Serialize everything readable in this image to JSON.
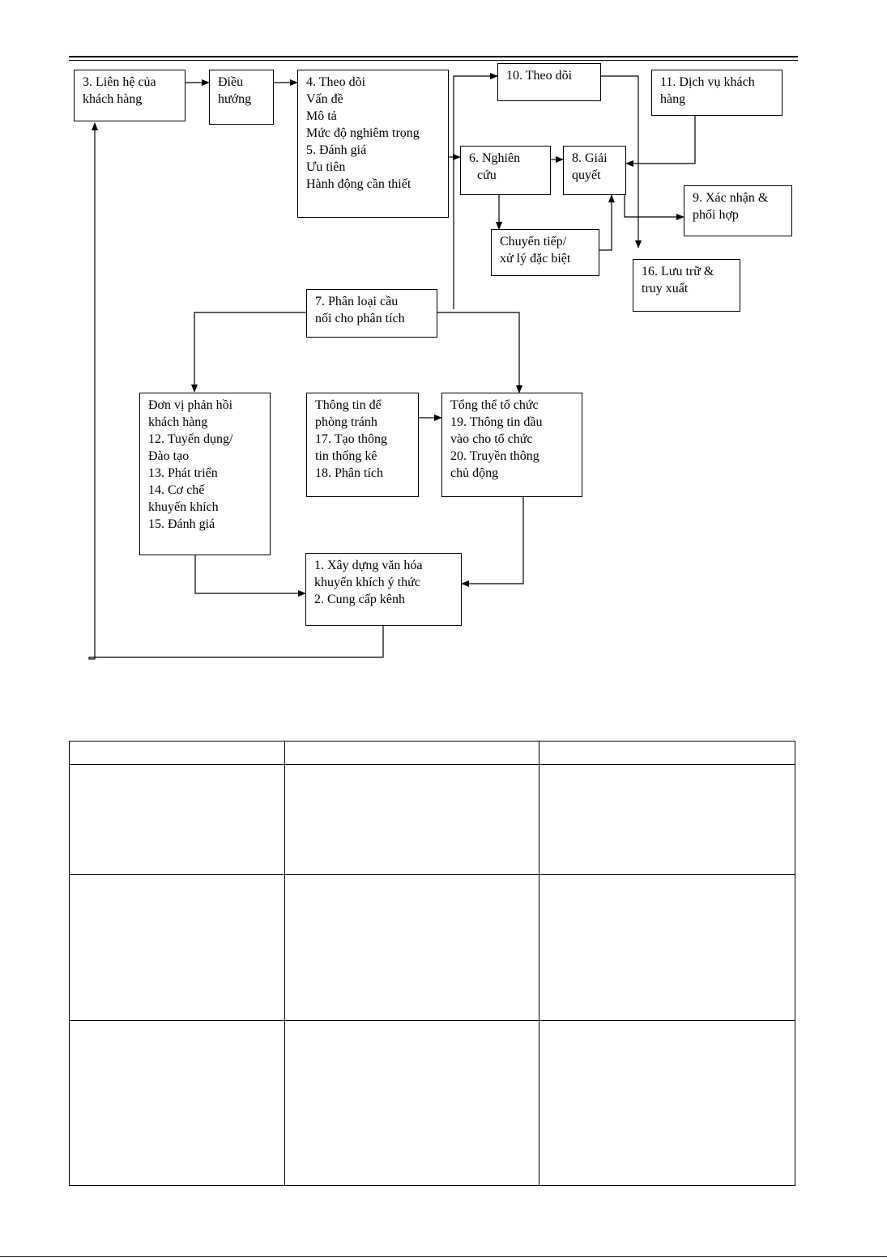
{
  "diagram": {
    "nodes": {
      "lien_he": [
        "3. Liên hệ của",
        "khách hàng"
      ],
      "dieu_huong": [
        "Điều",
        "hướng"
      ],
      "theo_doi_4": [
        "4. Theo dõi",
        "Vấn đề",
        "Mô tả",
        "Mức độ nghiêm trọng",
        "5. Đánh giá",
        "Ưu tiên",
        "Hành động cần thiết"
      ],
      "theo_doi_10": [
        "10. Theo dõi"
      ],
      "dich_vu": [
        "11. Dịch vụ khách",
        "hàng"
      ],
      "nghien_cuu": [
        "6. Nghiên",
        "cứu"
      ],
      "giai_quyet": [
        "8. Giải",
        "quyết"
      ],
      "xac_nhan": [
        "9. Xác nhận &",
        "phối hợp"
      ],
      "chuyen_tiep": [
        "Chuyển tiếp/",
        "xử lý đặc biệt"
      ],
      "luu_tru": [
        "16. Lưu trữ &",
        "truy xuất"
      ],
      "phan_loai": [
        "7. Phân loại cầu",
        "nối cho phân tích"
      ],
      "don_vi": [
        "Đơn vị phản hồi",
        "khách hàng",
        "12. Tuyển dụng/",
        "Đào tạo",
        "13. Phát triển",
        "14. Cơ chế",
        "khuyến khích",
        "15. Đánh giá"
      ],
      "thong_tin": [
        "Thông tin để",
        "phòng tránh",
        "17. Tạo thông",
        "tin thống kê",
        "18. Phân tích"
      ],
      "tong_the": [
        "Tổng thể tổ chức",
        "19. Thông tin đầu",
        "vào cho tổ chức",
        "20. Truyền thông",
        "chủ động"
      ],
      "xay_dung": [
        "1. Xây dựng văn hóa",
        "khuyến khích ý thức",
        "2. Cung cấp kênh"
      ]
    }
  },
  "table": {
    "rows": [
      [
        "",
        "",
        ""
      ],
      [
        "",
        "",
        ""
      ],
      [
        "",
        "",
        ""
      ],
      [
        "",
        "",
        ""
      ]
    ]
  }
}
